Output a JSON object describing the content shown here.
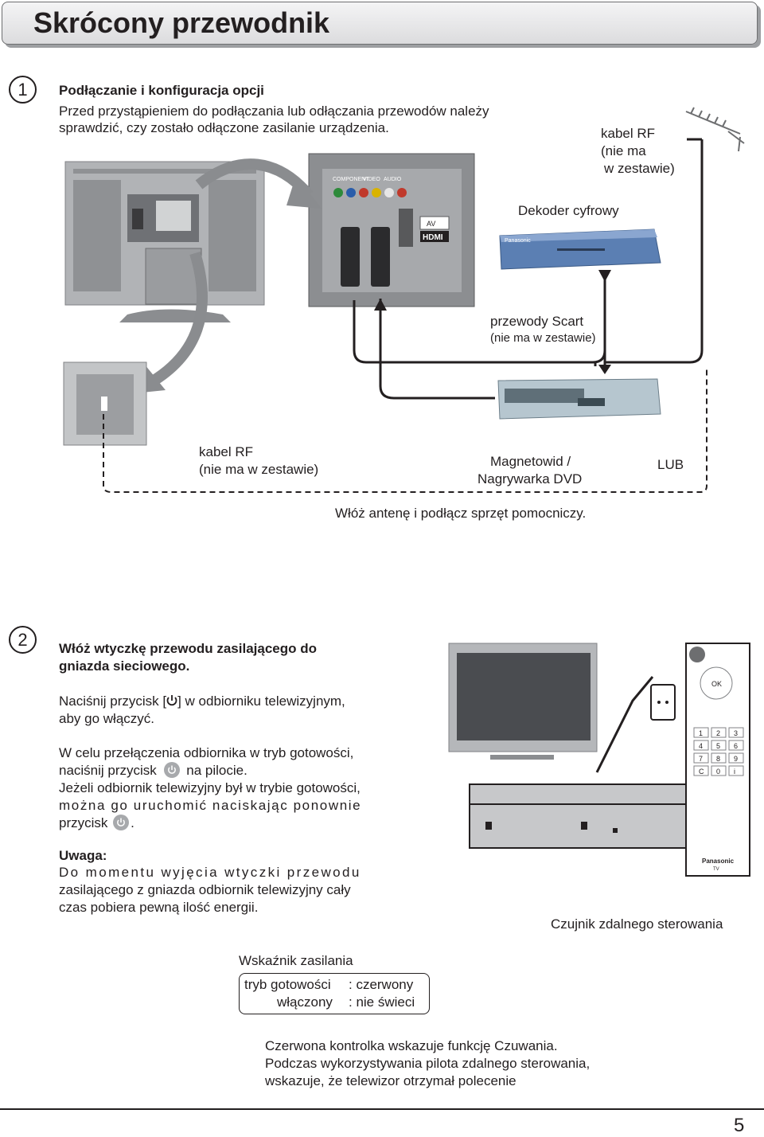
{
  "header": {
    "title": "Skrócony przewodnik"
  },
  "step1": {
    "number": "1",
    "heading": "Podłączanie i konfiguracja opcji",
    "text_line1": "Przed przystąpieniem do podłączania lub odłączania przewodów należy",
    "text_line2": "sprawdzić, czy zostało odłączone zasilanie urządzenia.",
    "rf_cable_top_1": "kabel RF",
    "rf_cable_top_2": "(nie ma",
    "rf_cable_top_3": "w zestawie)",
    "decoder": "Dekoder cyfrowy",
    "scart_1": "przewody Scart",
    "scart_2": "(nie ma w zestawie)",
    "rf_cable_bottom_1": "kabel RF",
    "rf_cable_bottom_2": "(nie ma w zestawie)",
    "vcr_1": "Magnetowid /",
    "vcr_2": "Nagrywarka DVD",
    "or": "LUB",
    "caption": "Włóż antenę i podłącz sprzęt pomocniczy.",
    "panel_labels": {
      "component": "COMPONENT",
      "video": "VIDEO",
      "audio": "AUDIO",
      "av": "AV",
      "hdmi": "HDMI",
      "brand": "Panasonic"
    }
  },
  "step2": {
    "number": "2",
    "heading_1": "Włóż wtyczkę przewodu zasilającego do",
    "heading_2": "gniazda sieciowego.",
    "press_1a": "Naciśnij przycisk [",
    "press_1b": "] w odbiorniku telewizyjnym,",
    "press_2": "aby go włączyć.",
    "standby_1": "W celu przełączenia odbiornika w tryb gotowości,",
    "standby_2a": "naciśnij przycisk",
    "standby_2b": "na pilocie.",
    "resume_1": "Jeżeli odbiornik telewizyjny był w trybie gotowości,",
    "resume_2": "można go uruchomić naciskając ponownie",
    "resume_3a": "przycisk",
    "resume_3b": ".",
    "note_title": "Uwaga:",
    "note_1": "Do momentu wyjęcia wtyczki przewodu",
    "note_2": "zasilającego z gniazda odbiornik telewizyjny cały",
    "note_3": "czas pobiera pewną ilość energii.",
    "sensor": "Czujnik zdalnego sterowania",
    "indicator_title": "Wskaźnik zasilania",
    "indicator_rows": [
      {
        "mode": "tryb gotowości",
        "state": ": czerwony"
      },
      {
        "mode": "włączony",
        "state": ": nie świeci"
      }
    ],
    "footer_1": "Czerwona kontrolka wskazuje funkcję Czuwania.",
    "footer_2": "Podczas wykorzystywania pilota zdalnego sterowania,",
    "footer_3": "wskazuje, że telewizor otrzymał polecenie",
    "remote": {
      "brand": "Panasonic",
      "tv": "TV",
      "ok": "OK",
      "keys": [
        "1",
        "2",
        "3",
        "4",
        "5",
        "6",
        "7",
        "8",
        "9",
        "C",
        "0",
        "i"
      ]
    }
  },
  "page_number": "5",
  "colors": {
    "text": "#231f20",
    "arrow_grey": "#8a8c8f",
    "photo_grey": "#a7a9ac",
    "decoder_blue": "#5b7fb3"
  }
}
